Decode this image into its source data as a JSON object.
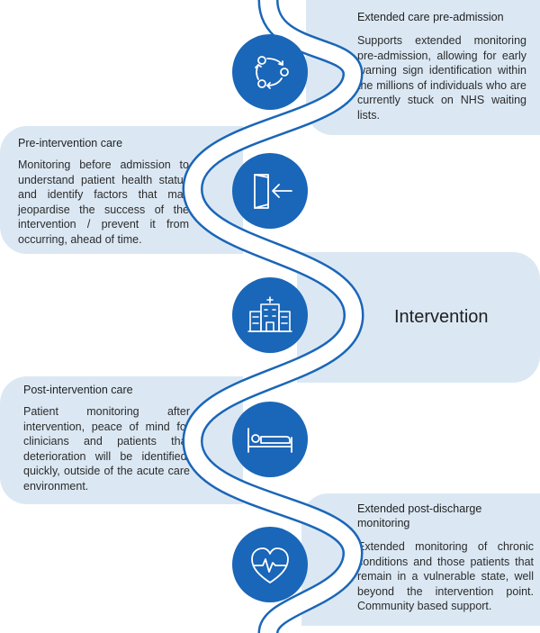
{
  "stages": [
    {
      "id": "pre-admission",
      "title": "Extended care pre-admission",
      "body": "Supports extended monitoring pre-admission, allowing for early warning sign identification within the millions of individuals who are currently stuck on NHS waiting lists.",
      "icon": "cycle-arrows-icon"
    },
    {
      "id": "pre-intervention",
      "title": "Pre-intervention care",
      "body": "Monitoring before admission to understand patient health status and identify factors that may jeopardise the success of the intervention / prevent it from occurring, ahead of time.",
      "icon": "door-enter-icon"
    },
    {
      "id": "intervention",
      "title": "Intervention",
      "icon": "hospital-icon"
    },
    {
      "id": "post-intervention",
      "title": "Post-intervention care",
      "body": "Patient monitoring after intervention, peace of mind for clinicians and patients that deterioration will be identified, quickly, outside of the acute care environment.",
      "icon": "hospital-bed-icon"
    },
    {
      "id": "post-discharge",
      "title": "Extended post-discharge monitoring",
      "body": "Extended monitoring of chronic conditions and those patients that remain in a vulnerable state, well beyond the intervention point. Community based support.",
      "icon": "heart-pulse-icon"
    }
  ],
  "colors": {
    "card": "#dbe8f4",
    "accent": "#1a66b8",
    "ribbon_outline": "#1a66b8"
  }
}
